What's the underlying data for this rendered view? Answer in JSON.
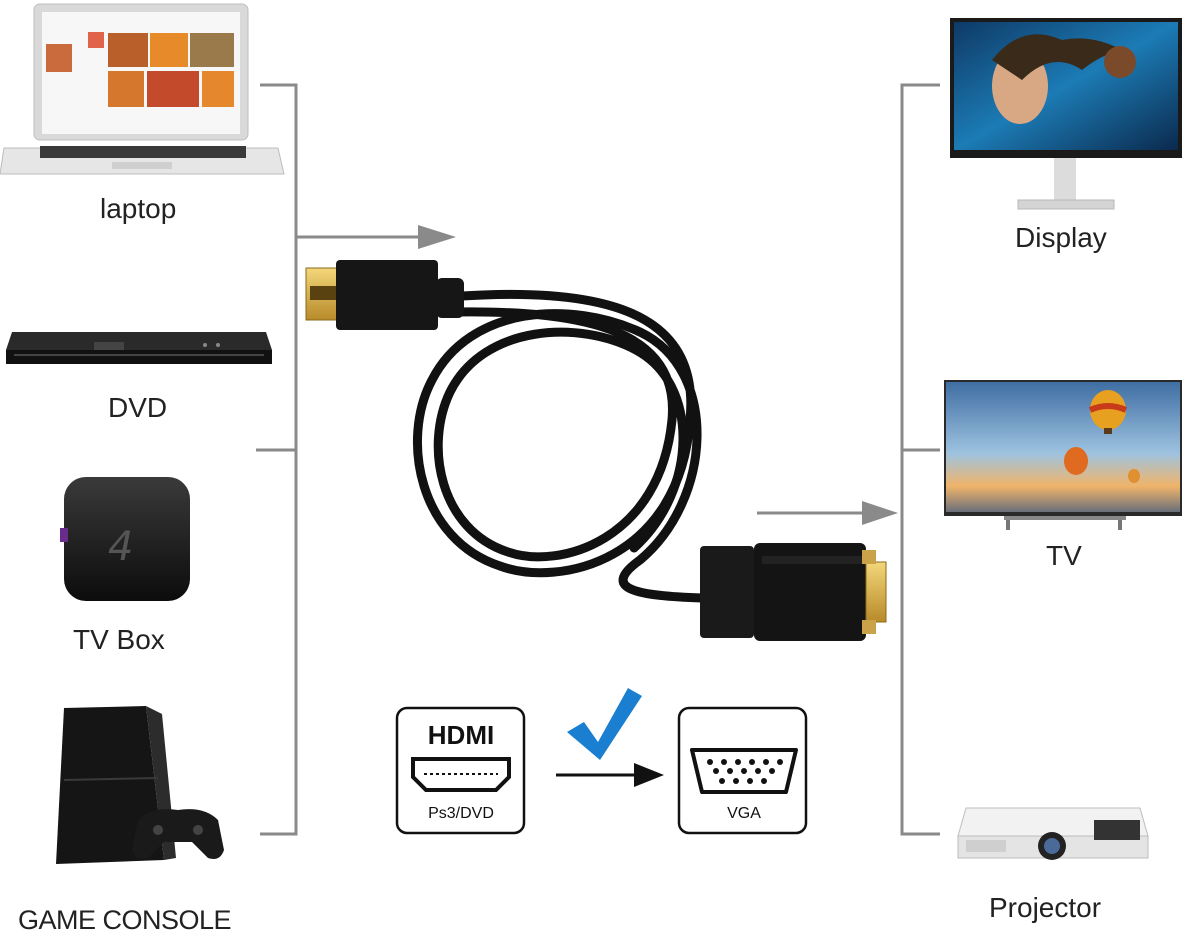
{
  "sources": [
    {
      "name": "laptop-icon",
      "label": "laptop"
    },
    {
      "name": "dvd-player-icon",
      "label": "DVD"
    },
    {
      "name": "tv-box-icon",
      "label": "TV Box"
    },
    {
      "name": "game-console-icon",
      "label": "GAME CONSOLE"
    }
  ],
  "outputs": [
    {
      "name": "display-monitor-icon",
      "label": "Display"
    },
    {
      "name": "tv-icon",
      "label": "TV"
    },
    {
      "name": "projector-icon",
      "label": "Projector"
    }
  ],
  "hdmi_box": {
    "title": "HDMI",
    "subtitle": "Ps3/DVD"
  },
  "vga_box": {
    "label": "VGA"
  },
  "colors": {
    "connector_gray": "#8a8a8a",
    "checkmark": "#1a7fd0",
    "cable": "#111111",
    "gold": "#d9b24a"
  }
}
